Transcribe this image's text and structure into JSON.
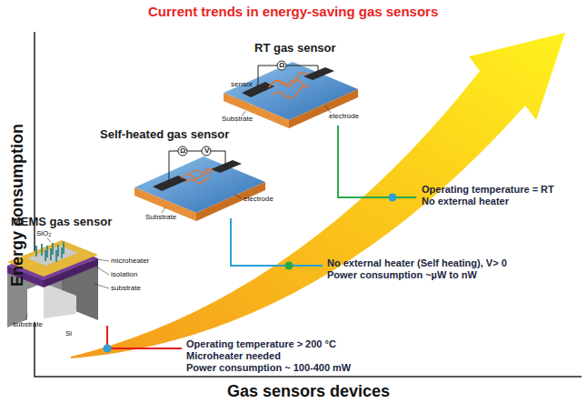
{
  "diagram": {
    "title": "Current trends in energy-saving gas sensors",
    "labels": [
      "Energy consumption",
      "Gas sensors devices",
      "MEMS gas sensor",
      "SiO₂",
      "microheater",
      "isolation",
      "substrate",
      "substrate",
      "Si",
      "Operating temperature > 200 °C",
      "Microheater needed",
      "Power consumption ~ 100-400 mW",
      "Self-heated gas sensor",
      "Ω",
      "V",
      "Substrate",
      "electrode",
      "No external heater (Self heating), V> 0",
      "Power consumption ~µW to nW",
      "RT gas sensor",
      "sensor",
      "Ω",
      "Substrate",
      "electrode",
      "Operating temperature = RT",
      "No external heater"
    ]
  }
}
